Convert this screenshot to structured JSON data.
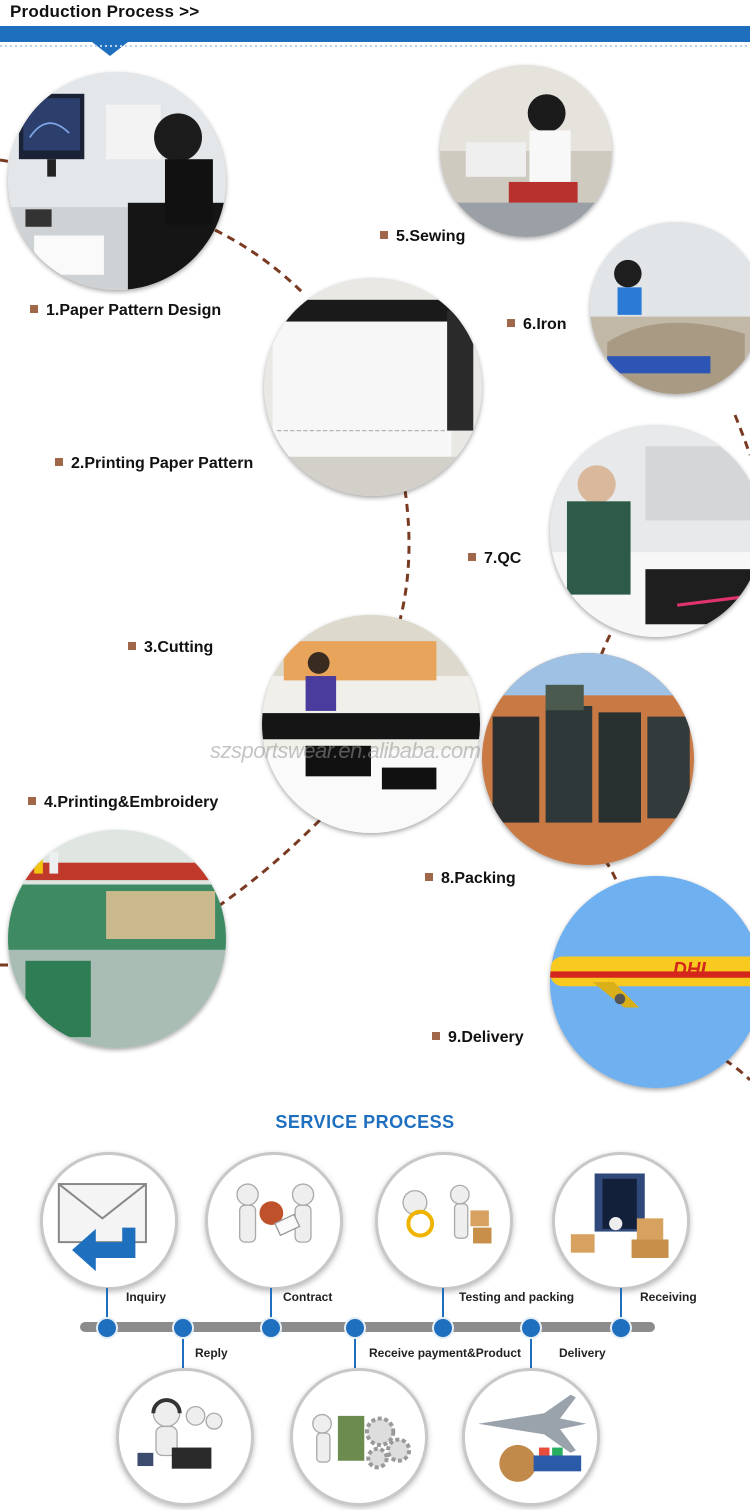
{
  "header": {
    "title": "Production Process  >>"
  },
  "production_steps": [
    {
      "label": "1.Paper Pattern Design",
      "icon": "pattern-design-photo"
    },
    {
      "label": "2.Printing Paper Pattern",
      "icon": "plotter-photo"
    },
    {
      "label": "3.Cutting",
      "icon": "cutting-photo"
    },
    {
      "label": "4.Printing&Embroidery",
      "icon": "embroidery-machine-photo"
    },
    {
      "label": "5.Sewing",
      "icon": "sewing-photo"
    },
    {
      "label": "6.Iron",
      "icon": "ironing-photo"
    },
    {
      "label": "7.QC",
      "icon": "quality-check-photo"
    },
    {
      "label": "8.Packing",
      "icon": "packing-photo"
    },
    {
      "label": "9.Delivery",
      "icon": "airplane-photo"
    }
  ],
  "watermark": "szsportswear.en.alibaba.com",
  "service": {
    "title": "SERVICE PROCESS",
    "top_steps": [
      {
        "label": "Inquiry",
        "icon": "envelope-icon"
      },
      {
        "label": "Contract",
        "icon": "handshake-icon"
      },
      {
        "label": "Testing and packing",
        "icon": "magnifier-boxes-icon"
      },
      {
        "label": "Receiving",
        "icon": "container-boxes-icon"
      }
    ],
    "bottom_steps": [
      {
        "label": "Reply",
        "icon": "headset-operators-icon"
      },
      {
        "label": "Receive payment&Product",
        "icon": "money-gears-icon"
      },
      {
        "label": "Delivery",
        "icon": "plane-globe-ship-icon"
      }
    ]
  },
  "colors": {
    "accent_blue": "#1f6fbf",
    "bullet_brown": "#a0674a",
    "dashed_path": "#7a3a22",
    "timeline_gray": "#8c8c8c"
  }
}
